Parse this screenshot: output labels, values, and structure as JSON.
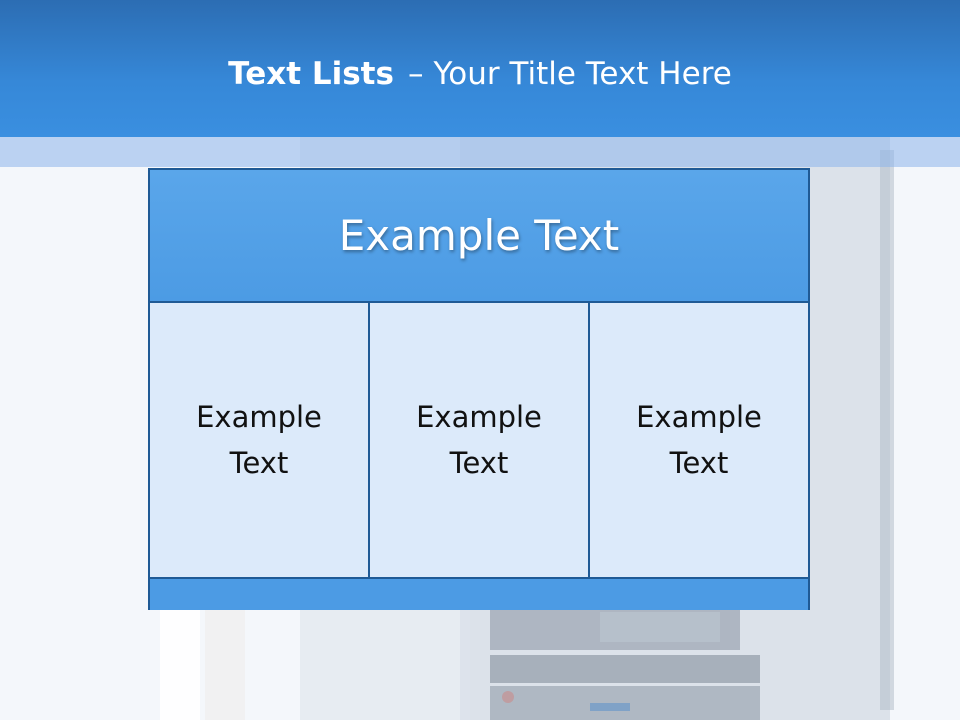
{
  "slide": {
    "title_bold": "Text Lists",
    "title_separator": "–",
    "title_rest": "Your Title Text Here"
  },
  "table": {
    "header": "Example Text",
    "cells": [
      "Example Text",
      "Example Text",
      "Example Text"
    ]
  },
  "colors": {
    "title_bar": "#3688d8",
    "header_fill": "#4c9be4",
    "cell_fill": "#dceafa",
    "border": "#1f5a95"
  }
}
